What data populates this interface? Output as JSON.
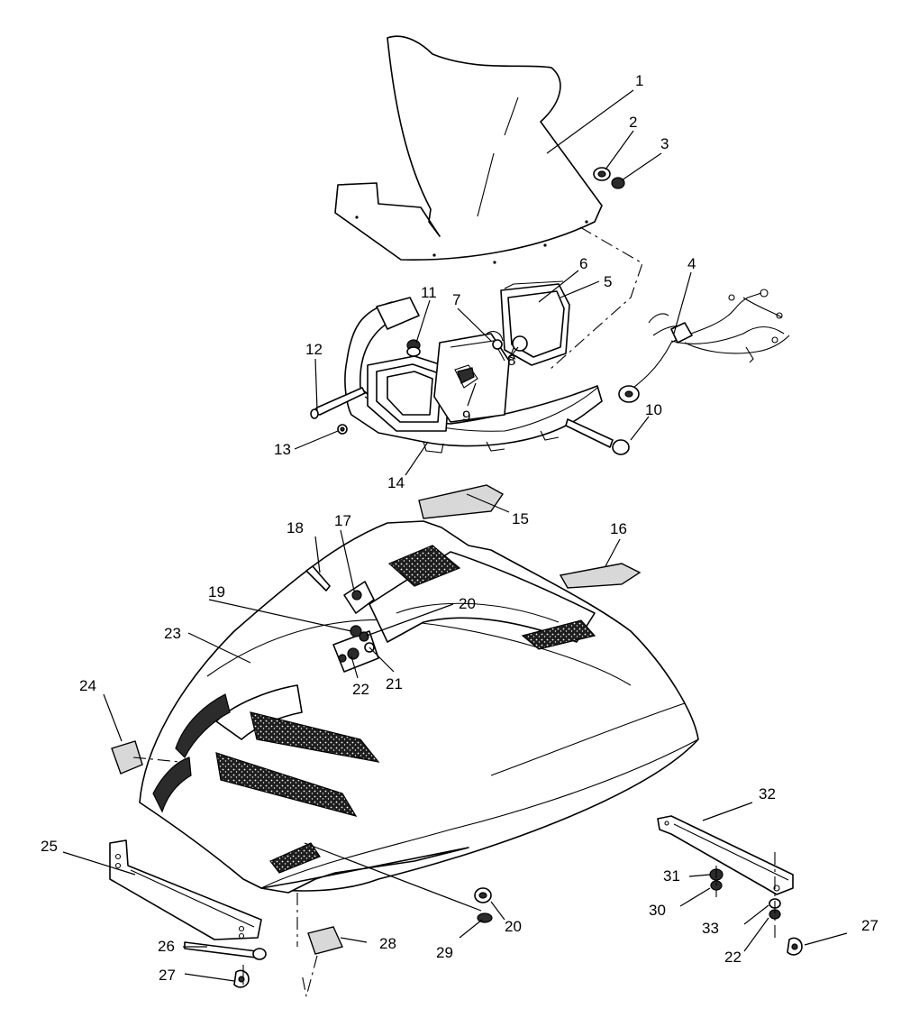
{
  "callouts": [
    {
      "id": "c1",
      "label": "1"
    },
    {
      "id": "c2",
      "label": "2"
    },
    {
      "id": "c3",
      "label": "3"
    },
    {
      "id": "c4",
      "label": "4"
    },
    {
      "id": "c5",
      "label": "5"
    },
    {
      "id": "c6",
      "label": "6"
    },
    {
      "id": "c7",
      "label": "7"
    },
    {
      "id": "c8",
      "label": "8"
    },
    {
      "id": "c9",
      "label": "9"
    },
    {
      "id": "c10",
      "label": "10"
    },
    {
      "id": "c11",
      "label": "11"
    },
    {
      "id": "c12",
      "label": "12"
    },
    {
      "id": "c13",
      "label": "13"
    },
    {
      "id": "c14",
      "label": "14"
    },
    {
      "id": "c15",
      "label": "15"
    },
    {
      "id": "c16",
      "label": "16"
    },
    {
      "id": "c17",
      "label": "17"
    },
    {
      "id": "c18",
      "label": "18"
    },
    {
      "id": "c19",
      "label": "19"
    },
    {
      "id": "c20a",
      "label": "20"
    },
    {
      "id": "c21",
      "label": "21"
    },
    {
      "id": "c22a",
      "label": "22"
    },
    {
      "id": "c23",
      "label": "23"
    },
    {
      "id": "c24",
      "label": "24"
    },
    {
      "id": "c25",
      "label": "25"
    },
    {
      "id": "c26",
      "label": "26"
    },
    {
      "id": "c27a",
      "label": "27"
    },
    {
      "id": "c28",
      "label": "28"
    },
    {
      "id": "c29",
      "label": "29"
    },
    {
      "id": "c20b",
      "label": "20"
    },
    {
      "id": "c32",
      "label": "32"
    },
    {
      "id": "c31",
      "label": "31"
    },
    {
      "id": "c30",
      "label": "30"
    },
    {
      "id": "c33",
      "label": "33"
    },
    {
      "id": "c22b",
      "label": "22"
    },
    {
      "id": "c27b",
      "label": "27"
    }
  ]
}
